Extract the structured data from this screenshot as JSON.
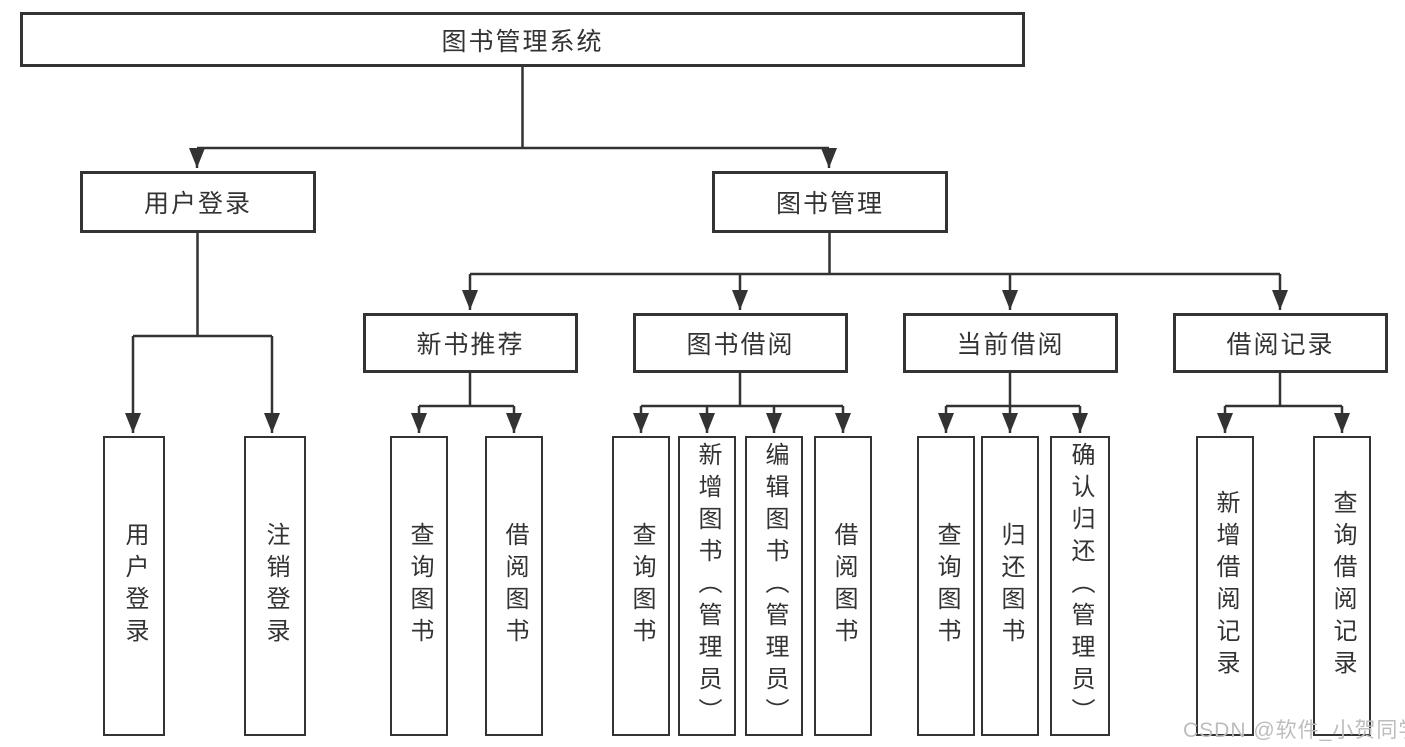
{
  "colors": {
    "line": "#333333",
    "text": "#333333",
    "background": "#ffffff",
    "watermark": "#bdbdbd"
  },
  "watermark": {
    "text": "CSDN @软件_小贺同学"
  },
  "diagram": {
    "type": "hierarchy-tree",
    "root": {
      "label": "图书管理系统"
    },
    "branches": [
      {
        "label": "用户登录",
        "children": [
          {
            "label": "用户登录"
          },
          {
            "label": "注销登录"
          }
        ]
      },
      {
        "label": "图书管理",
        "children": [
          {
            "label": "新书推荐",
            "children": [
              {
                "label": "查询图书"
              },
              {
                "label": "借阅图书"
              }
            ]
          },
          {
            "label": "图书借阅",
            "children": [
              {
                "label": "查询图书"
              },
              {
                "label": "新增图书（管理员）"
              },
              {
                "label": "编辑图书（管理员）"
              },
              {
                "label": "借阅图书"
              }
            ]
          },
          {
            "label": "当前借阅",
            "children": [
              {
                "label": "查询图书"
              },
              {
                "label": "归还图书"
              },
              {
                "label": "确认归还（管理员）"
              }
            ]
          },
          {
            "label": "借阅记录",
            "children": [
              {
                "label": "新增借阅记录"
              },
              {
                "label": "查询借阅记录"
              }
            ]
          }
        ]
      }
    ]
  }
}
